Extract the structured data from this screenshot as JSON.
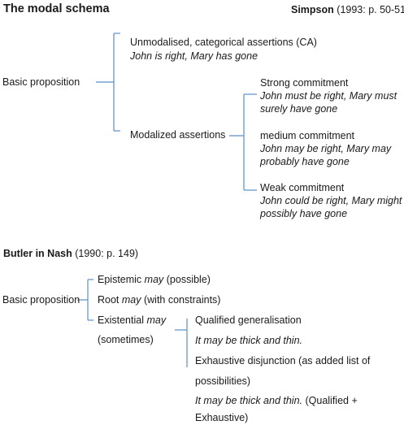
{
  "section1": {
    "title": "The modal schema",
    "citation_author": "Simpson",
    "citation_year": "(1993: p. 50-51)",
    "root": "Basic proposition",
    "branch_a": {
      "label": "Unmodalised, categorical assertions (CA)",
      "example": "John is right, Mary has gone"
    },
    "branch_b": {
      "label": "Modalized assertions",
      "children": [
        {
          "label": "Strong commitment",
          "example_line1": "John must be right, Mary must",
          "example_line2": "surely have gone"
        },
        {
          "label": "medium commitment",
          "example_line1": "John may be right, Mary may",
          "example_line2": "probably have gone"
        },
        {
          "label": "Weak commitment",
          "example_line1": "John could be right, Mary might",
          "example_line2": "possibly have gone"
        }
      ]
    }
  },
  "section2": {
    "citation_author": "Butler in Nash",
    "citation_year": "(1990: p. 149)",
    "root": "Basic proposition",
    "items": [
      {
        "pre": "Epistemic ",
        "modal": "may",
        "post": " (possible)"
      },
      {
        "pre": "Root ",
        "modal": "may",
        "post": " (with constraints)"
      },
      {
        "pre": "Existential ",
        "modal": "may",
        "post": ""
      }
    ],
    "existential_note": "(sometimes)",
    "sub_items": {
      "qualified": "Qualified generalisation",
      "example1": "It may be thick and thin.",
      "exhaustive_line1": "Exhaustive disjunction (as added list of",
      "exhaustive_line2": "possibilities)",
      "example2": "It may be thick and thin.",
      "combined_note_line1": " (Qualified +",
      "combined_note_line2": "Exhaustive)"
    }
  }
}
